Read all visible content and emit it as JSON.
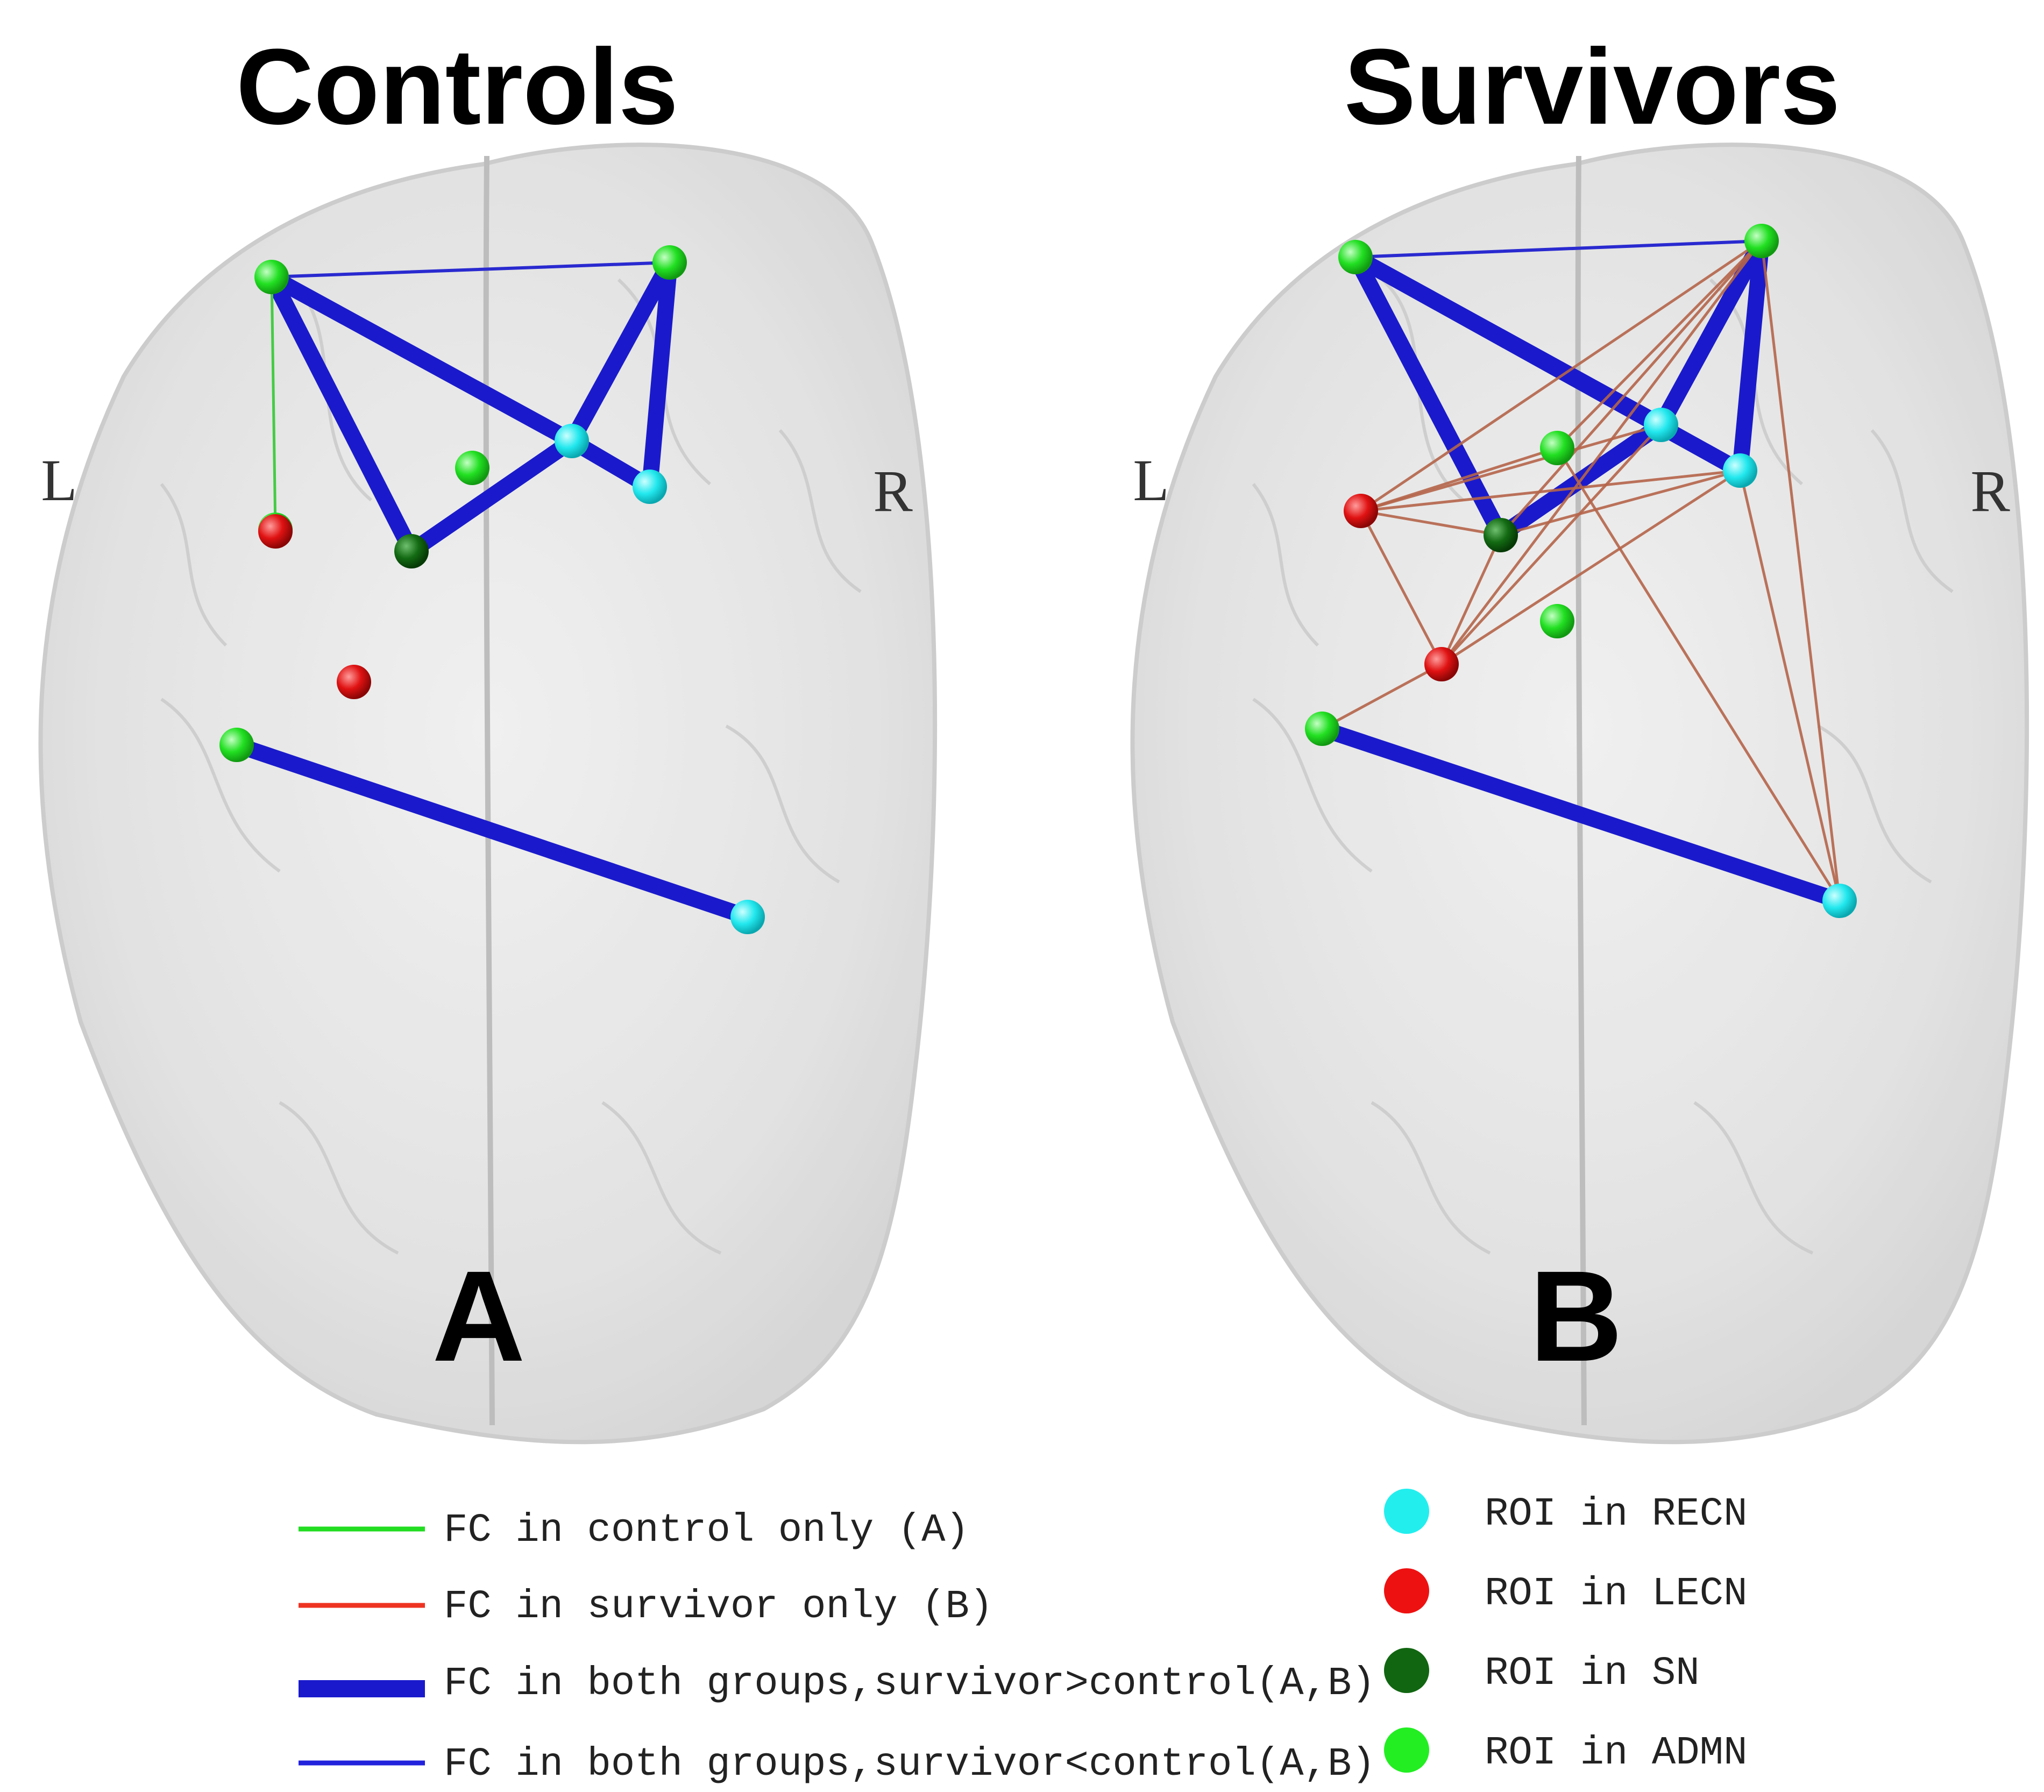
{
  "panels": [
    {
      "title": "Controls",
      "letter": "A",
      "left_label": "L",
      "right_label": "R",
      "nodes": [
        {
          "id": "a1",
          "network": "ADMN"
        },
        {
          "id": "a2",
          "network": "ADMN"
        },
        {
          "id": "a3",
          "network": "ADMN"
        },
        {
          "id": "a4",
          "network": "ADMN"
        },
        {
          "id": "a5",
          "network": "ADMN"
        },
        {
          "id": "r1",
          "network": "RECN"
        },
        {
          "id": "r2",
          "network": "RECN"
        },
        {
          "id": "r3",
          "network": "RECN"
        },
        {
          "id": "s1",
          "network": "SN"
        },
        {
          "id": "l1",
          "network": "LECN"
        },
        {
          "id": "l2",
          "network": "LECN"
        }
      ],
      "edges": [
        {
          "from": "a1",
          "to": "a2",
          "type": "both_less"
        },
        {
          "from": "a1",
          "to": "a3",
          "type": "control_only"
        },
        {
          "from": "a1",
          "to": "r1",
          "type": "both_greater"
        },
        {
          "from": "a1",
          "to": "s1",
          "type": "both_greater"
        },
        {
          "from": "a2",
          "to": "r1",
          "type": "both_greater"
        },
        {
          "from": "a2",
          "to": "r2",
          "type": "both_greater"
        },
        {
          "from": "r1",
          "to": "r2",
          "type": "both_greater"
        },
        {
          "from": "r1",
          "to": "s1",
          "type": "both_greater"
        },
        {
          "from": "a5",
          "to": "r3",
          "type": "both_greater"
        }
      ]
    },
    {
      "title": "Survivors",
      "letter": "B",
      "left_label": "L",
      "right_label": "R",
      "nodes": [
        {
          "id": "a1",
          "network": "ADMN"
        },
        {
          "id": "a2",
          "network": "ADMN"
        },
        {
          "id": "a4",
          "network": "ADMN"
        },
        {
          "id": "a5",
          "network": "ADMN"
        },
        {
          "id": "a6",
          "network": "ADMN"
        },
        {
          "id": "r1",
          "network": "RECN"
        },
        {
          "id": "r2",
          "network": "RECN"
        },
        {
          "id": "r3",
          "network": "RECN"
        },
        {
          "id": "s1",
          "network": "SN"
        },
        {
          "id": "l1",
          "network": "LECN"
        },
        {
          "id": "l2",
          "network": "LECN"
        }
      ],
      "edges": [
        {
          "from": "a1",
          "to": "a2",
          "type": "both_less"
        },
        {
          "from": "a1",
          "to": "r1",
          "type": "both_greater"
        },
        {
          "from": "a1",
          "to": "r2",
          "type": "both_greater"
        },
        {
          "from": "a1",
          "to": "s1",
          "type": "both_greater"
        },
        {
          "from": "a2",
          "to": "r1",
          "type": "both_greater"
        },
        {
          "from": "a2",
          "to": "r2",
          "type": "both_greater"
        },
        {
          "from": "r1",
          "to": "s1",
          "type": "both_greater"
        },
        {
          "from": "a5",
          "to": "r3",
          "type": "both_greater"
        },
        {
          "from": "a2",
          "to": "l1",
          "type": "survivor_only"
        },
        {
          "from": "a2",
          "to": "s1",
          "type": "survivor_only"
        },
        {
          "from": "a2",
          "to": "a4",
          "type": "survivor_only"
        },
        {
          "from": "a2",
          "to": "l2",
          "type": "survivor_only"
        },
        {
          "from": "a2",
          "to": "r3",
          "type": "survivor_only"
        },
        {
          "from": "r2",
          "to": "l1",
          "type": "survivor_only"
        },
        {
          "from": "r2",
          "to": "s1",
          "type": "survivor_only"
        },
        {
          "from": "r2",
          "to": "l2",
          "type": "survivor_only"
        },
        {
          "from": "r2",
          "to": "r3",
          "type": "survivor_only"
        },
        {
          "from": "r1",
          "to": "l1",
          "type": "survivor_only"
        },
        {
          "from": "r1",
          "to": "l2",
          "type": "survivor_only"
        },
        {
          "from": "l1",
          "to": "l2",
          "type": "survivor_only"
        },
        {
          "from": "l1",
          "to": "s1",
          "type": "survivor_only"
        },
        {
          "from": "l2",
          "to": "a5",
          "type": "survivor_only"
        },
        {
          "from": "r3",
          "to": "a4",
          "type": "survivor_only"
        },
        {
          "from": "a4",
          "to": "l1",
          "type": "survivor_only"
        },
        {
          "from": "s1",
          "to": "l2",
          "type": "survivor_only"
        }
      ]
    }
  ],
  "edge_legend": [
    {
      "type": "control_only",
      "label": "FC in control only (A)",
      "color": "#22dd22"
    },
    {
      "type": "survivor_only",
      "label": "FC in survivor only (B)",
      "color": "#ee3322"
    },
    {
      "type": "both_greater",
      "label": "FC in both groups,survivor>control(A,B)",
      "color": "#1a1acc"
    },
    {
      "type": "both_less",
      "label": "FC in both groups,survivor<control(A,B)",
      "color": "#2222dd"
    }
  ],
  "node_legend": [
    {
      "network": "RECN",
      "label": "ROI in RECN",
      "color": "#22eeee"
    },
    {
      "network": "LECN",
      "label": "ROI in LECN",
      "color": "#ee1111"
    },
    {
      "network": "SN",
      "label": "ROI in SN",
      "color": "#116611"
    },
    {
      "network": "ADMN",
      "label": "ROI in ADMN",
      "color": "#22ee22"
    }
  ],
  "edge_colors": {
    "control_only": "#44cc44",
    "survivor_only": "#b5654a",
    "both_greater": "#1a1acc",
    "both_less": "#2a2ad0"
  }
}
